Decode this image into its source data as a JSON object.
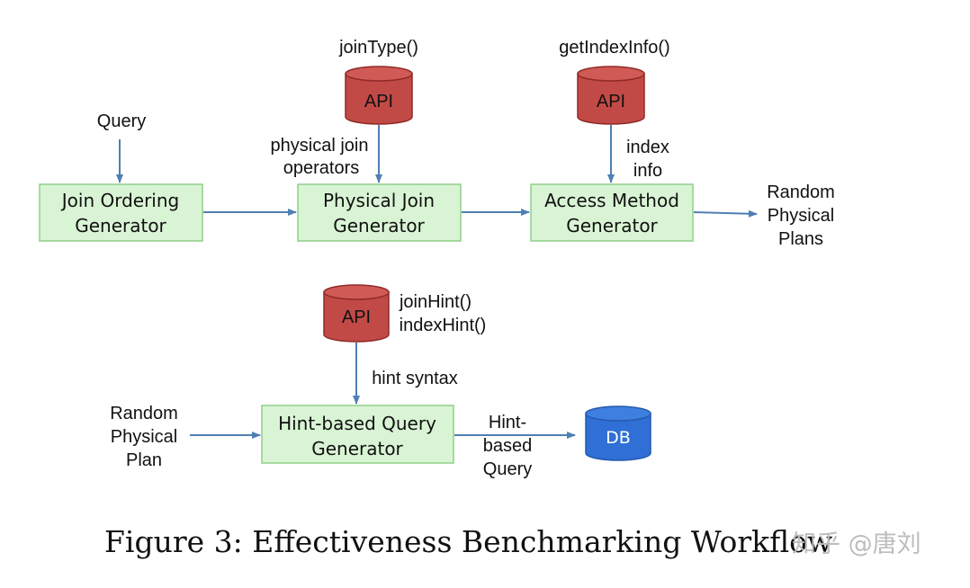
{
  "colors": {
    "box_fill": "#d9f4d4",
    "box_stroke": "#8fcf8a",
    "api_fill": "#c24a46",
    "api_stroke": "#8f2a27",
    "db_fill": "#2f6fd6",
    "db_stroke": "#2559b0",
    "arrow": "#4f7fb4"
  },
  "boxes": {
    "join_ordering": [
      "Join Ordering",
      "Generator"
    ],
    "physical_join": [
      "Physical Join",
      "Generator"
    ],
    "access_method": [
      "Access Method",
      "Generator"
    ],
    "hint_query": [
      "Hint-based Query",
      "Generator"
    ]
  },
  "apis": {
    "api1": {
      "label": "API",
      "call": "joinType()"
    },
    "api2": {
      "label": "API",
      "call": "getIndexInfo()"
    },
    "api3": {
      "label": "API",
      "calls": [
        "joinHint()",
        "indexHint()"
      ]
    }
  },
  "db": {
    "label": "DB"
  },
  "labels": {
    "query": "Query",
    "physical_join_operators": [
      "physical join",
      "operators"
    ],
    "index_info": [
      "index",
      "info"
    ],
    "random_physical_plans": [
      "Random",
      "Physical",
      "Plans"
    ],
    "hint_syntax": "hint syntax",
    "random_physical_plan": [
      "Random",
      "Physical",
      "Plan"
    ],
    "hint_based_query": [
      "Hint-",
      "based",
      "Query"
    ]
  },
  "caption": "Figure 3: Effectiveness Benchmarking Workflow",
  "watermark": "知乎 @唐刘"
}
